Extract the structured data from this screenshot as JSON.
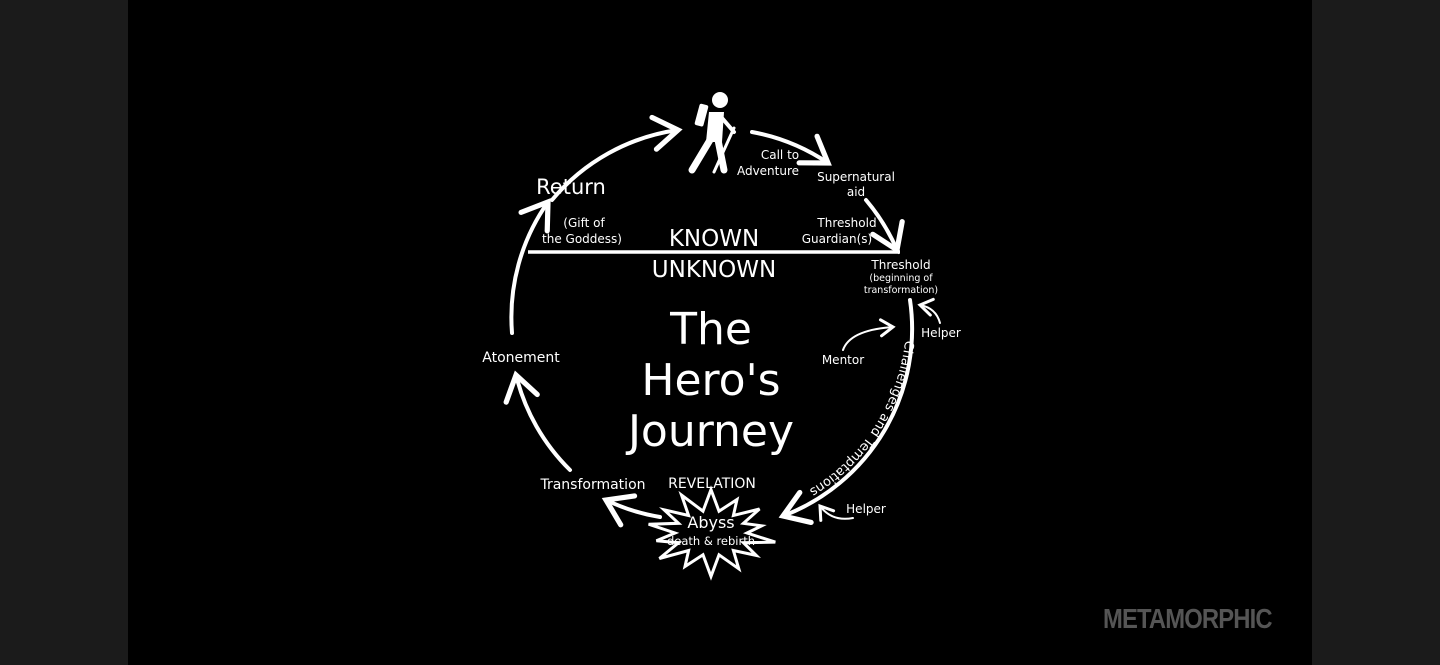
{
  "diagram": {
    "title_lines": [
      "The",
      "Hero's",
      "Journey"
    ],
    "known": "KNOWN",
    "unknown": "UNKNOWN",
    "stages": {
      "call": [
        "Call to",
        "Adventure"
      ],
      "supernatural": [
        "Supernatural",
        "aid"
      ],
      "guardian": [
        "Threshold",
        "Guardian(s)"
      ],
      "threshold": [
        "Threshold",
        "(beginning of",
        "transformation)"
      ],
      "helper_top": "Helper",
      "mentor": "Mentor",
      "challenges": "Challenges and Temptations",
      "helper_bottom": "Helper",
      "revelation": "REVELATION",
      "abyss": "Abyss",
      "abyss_sub": "death & rebirth",
      "transformation": "Transformation",
      "atonement": "Atonement",
      "return": "Return",
      "gift": [
        "(Gift of",
        "the Goddess)"
      ]
    }
  },
  "watermark": "METAMORPHIC",
  "colors": {
    "background": "#000000",
    "side_bars": "#1b1b1b",
    "ink": "#ffffff",
    "watermark": "#555555"
  }
}
